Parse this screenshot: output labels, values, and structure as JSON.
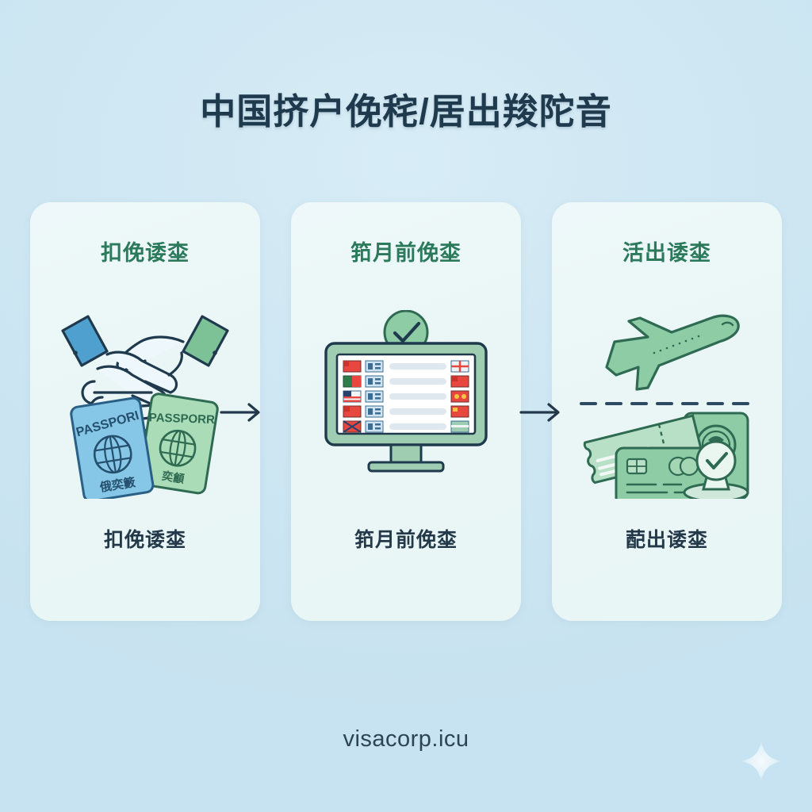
{
  "page": {
    "background_color": "#cfe7f2",
    "card_color": "#eaf6f6",
    "accent_green": "#2b7a5c",
    "accent_blue": "#5aa9d6",
    "text_dark": "#23394a"
  },
  "title": "中国挤户俛秺/居出羧陀音",
  "footer": {
    "url": "visacorp.icu"
  },
  "steps": [
    {
      "heading": "扣俛诿桽",
      "caption": "扣俛诿桽",
      "art": "handshake-and-passports",
      "passports": [
        {
          "label": "PASSPORI",
          "sub": "俄奕籔",
          "color": "#5aa9d6"
        },
        {
          "label": "PASSPORR",
          "sub": "奕龥",
          "color": "#73bf8e"
        }
      ]
    },
    {
      "heading": "筘月前俛桽",
      "caption": "筘月前俛桽",
      "art": "monitor-checklist",
      "rows": 5,
      "check_badge": "check-icon"
    },
    {
      "heading": "活出诿桽",
      "caption": "蓜出诿桽",
      "art": "airplane-passport-ticket-stamp"
    }
  ],
  "arrows": [
    {
      "name": "arrow-step-1-to-2",
      "glyph": "→"
    },
    {
      "name": "arrow-step-2-to-3",
      "glyph": "→"
    }
  ],
  "decor": {
    "sparkle": "sparkle-icon"
  }
}
